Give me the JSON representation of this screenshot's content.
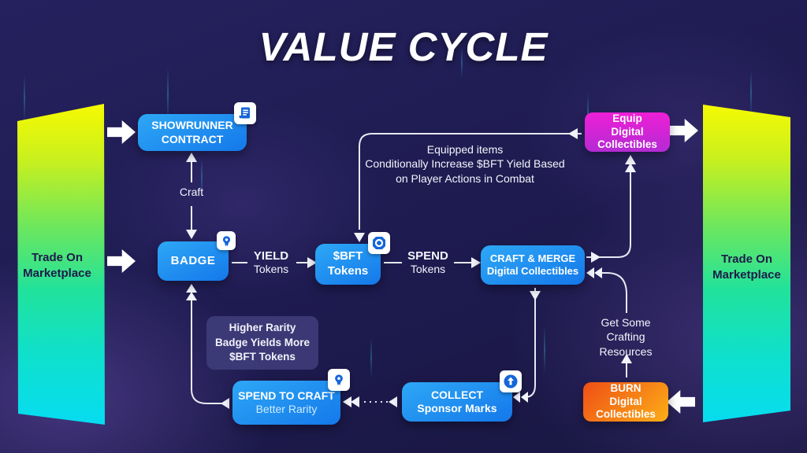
{
  "title": "VALUE CYCLE",
  "marketplace_left": {
    "l1": "Trade On",
    "l2": "Marketplace"
  },
  "marketplace_right": {
    "l1": "Trade On",
    "l2": "Marketplace"
  },
  "nodes": {
    "showrunner_contract": {
      "l1": "SHOWRUNNER",
      "l2": "CONTRACT",
      "icon": "contract-icon"
    },
    "badge": {
      "l1": "BADGE",
      "icon": "award-ribbon-icon"
    },
    "bft_tokens": {
      "l1": "$BFT",
      "l2": "Tokens",
      "icon": "token-coin-icon"
    },
    "craft_merge": {
      "l1": "CRAFT & MERGE",
      "l2": "Digital Collectibles"
    },
    "equip": {
      "l1": "Equip",
      "l2": "Digital",
      "l3": "Collectibles"
    },
    "burn": {
      "l1": "BURN",
      "l2": "Digital",
      "l3": "Collectibles"
    },
    "collect": {
      "l1": "COLLECT",
      "l2": "Sponsor Marks",
      "icon": "collect-upload-icon"
    },
    "spend_to_craft": {
      "l1": "SPEND TO CRAFT",
      "l2": "Better Rarity",
      "icon": "award-ribbon-icon"
    },
    "rarity_note": {
      "l1": "Higher Rarity",
      "l2": "Badge Yields More",
      "l3": "$BFT Tokens"
    }
  },
  "edge_labels": {
    "craft": "Craft",
    "yield": {
      "strong": "YIELD",
      "sub": "Tokens"
    },
    "spend": {
      "strong": "SPEND",
      "sub": "Tokens"
    },
    "equipped_note": {
      "l1": "Equipped items",
      "l2": "Conditionally Increase $BFT Yield Based",
      "l3": "on Player Actions in Combat"
    },
    "resources": {
      "l1": "Get Some",
      "l2": "Crafting",
      "l3": "Resources"
    }
  },
  "colors": {
    "background": "#1d1a4e",
    "node_blue": "#1d8ef0",
    "equip_magenta": "#e81ed8",
    "burn_orange": "#f4511e",
    "panel_yellow": "#f8fa00",
    "panel_cyan": "#06dcf2",
    "connector_white": "#f2f3fa",
    "note_indigo": "#3d3b78"
  }
}
